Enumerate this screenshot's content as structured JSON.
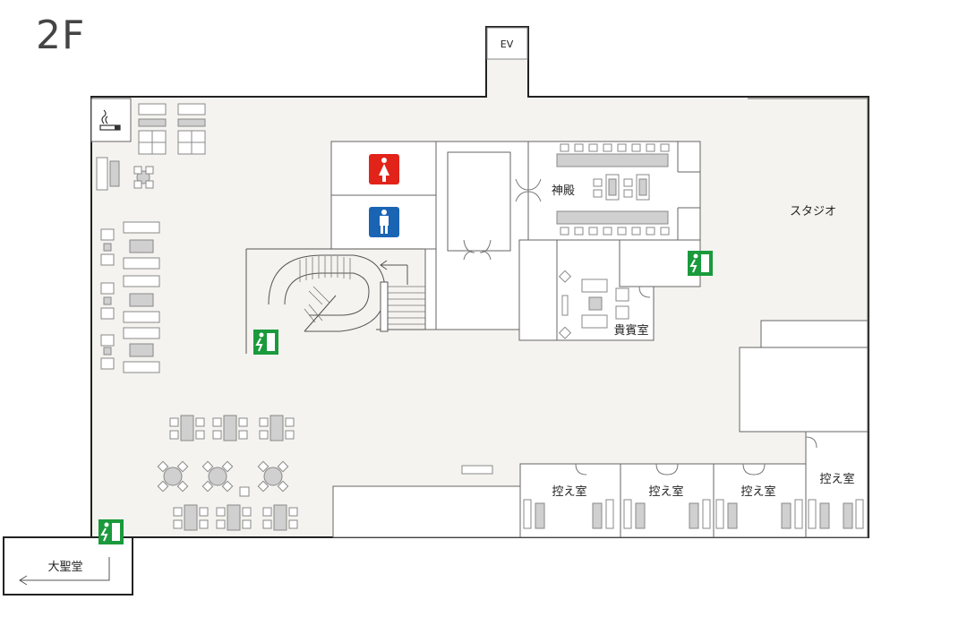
{
  "floor": {
    "label": "2F"
  },
  "rooms": {
    "ev": "EV",
    "shinden": "神殿",
    "studio": "スタジオ",
    "kihinshitsu": "貴賓室",
    "hikaeshitsu_1": "控え室",
    "hikaeshitsu_2": "控え室",
    "hikaeshitsu_3": "控え室",
    "hikaeshitsu_4": "控え室",
    "daiseido": "大聖堂"
  },
  "icons": {
    "smoking": "smoking-area-icon",
    "womens_restroom": "womens-restroom-icon",
    "mens_restroom": "mens-restroom-icon",
    "emergency_exit": "emergency-exit-icon",
    "direction_arrow": "arrow-left-icon"
  },
  "colors": {
    "floor_fill": "#f4f3ef",
    "wall": "#222222",
    "women": "#e2231a",
    "men": "#1a64b4",
    "exit_green": "#1a9a3c",
    "furniture": "#c8c8c8",
    "furniture_dark": "#8a8a8a"
  }
}
